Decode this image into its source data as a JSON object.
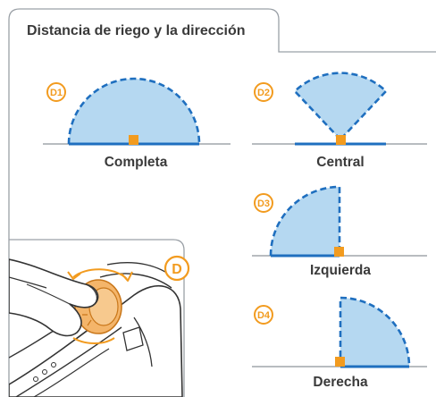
{
  "title": "Distancia de riego y la dirección",
  "colors": {
    "accent": "#f29b1f",
    "fill": "#b5d8f1",
    "stroke": "#1f6fbf",
    "ground": "#b8bcc0",
    "text": "#3a3a3a",
    "frame": "#9aa0a6"
  },
  "patterns": {
    "d1": {
      "badge": "D1",
      "label": "Completa"
    },
    "d2": {
      "badge": "D2",
      "label": "Central"
    },
    "d3": {
      "badge": "D3",
      "label": "Izquierda"
    },
    "d4": {
      "badge": "D4",
      "label": "Derecha"
    }
  },
  "illustration": {
    "badge": "D",
    "icons": [
      "hand-icon",
      "dial-icon",
      "rotate-arrow-icon"
    ]
  }
}
